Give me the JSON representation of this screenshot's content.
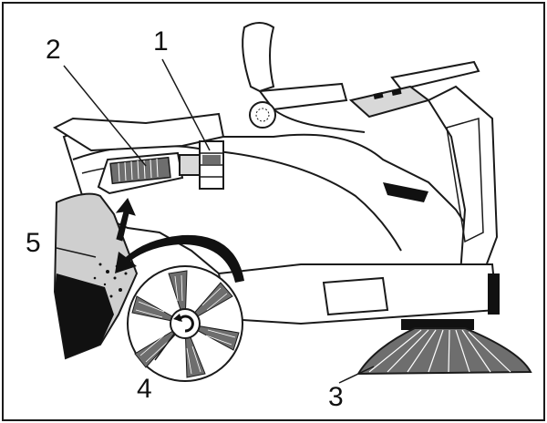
{
  "colors": {
    "stroke": "#1a1a1a",
    "body_fill": "#ffffff",
    "panel_grey": "#d8d8d8",
    "dirt_grey": "#cfcfcf",
    "bristle_grey": "#6e6e6e",
    "dark": "#111111"
  },
  "callouts": [
    {
      "id": "1",
      "label": "1"
    },
    {
      "id": "2",
      "label": "2"
    },
    {
      "id": "3",
      "label": "3"
    },
    {
      "id": "4",
      "label": "4"
    },
    {
      "id": "5",
      "label": "5"
    }
  ]
}
